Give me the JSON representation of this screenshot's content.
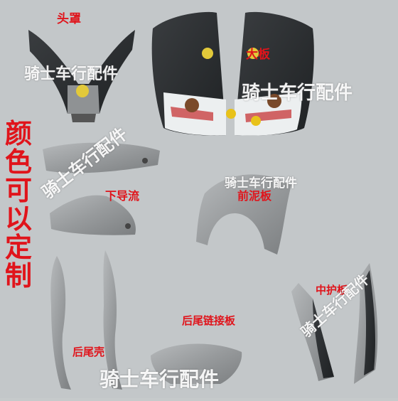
{
  "labels": {
    "head_cover": "头罩",
    "big_panel": "大板",
    "lower_deflector": "下导流",
    "front_fender": "前泥板",
    "middle_guard": "中护板",
    "tail_link_plate": "后尾链接板",
    "rear_tail_shell": "后尾壳"
  },
  "side_text": [
    "颜",
    "色",
    "可",
    "以",
    "定",
    "制"
  ],
  "watermark": "骑士车行配件",
  "colors": {
    "background": "#c6cacb",
    "label_red": "#e0141b",
    "part_gray": "#9a9d9f",
    "part_dark": "#2c2f31"
  }
}
